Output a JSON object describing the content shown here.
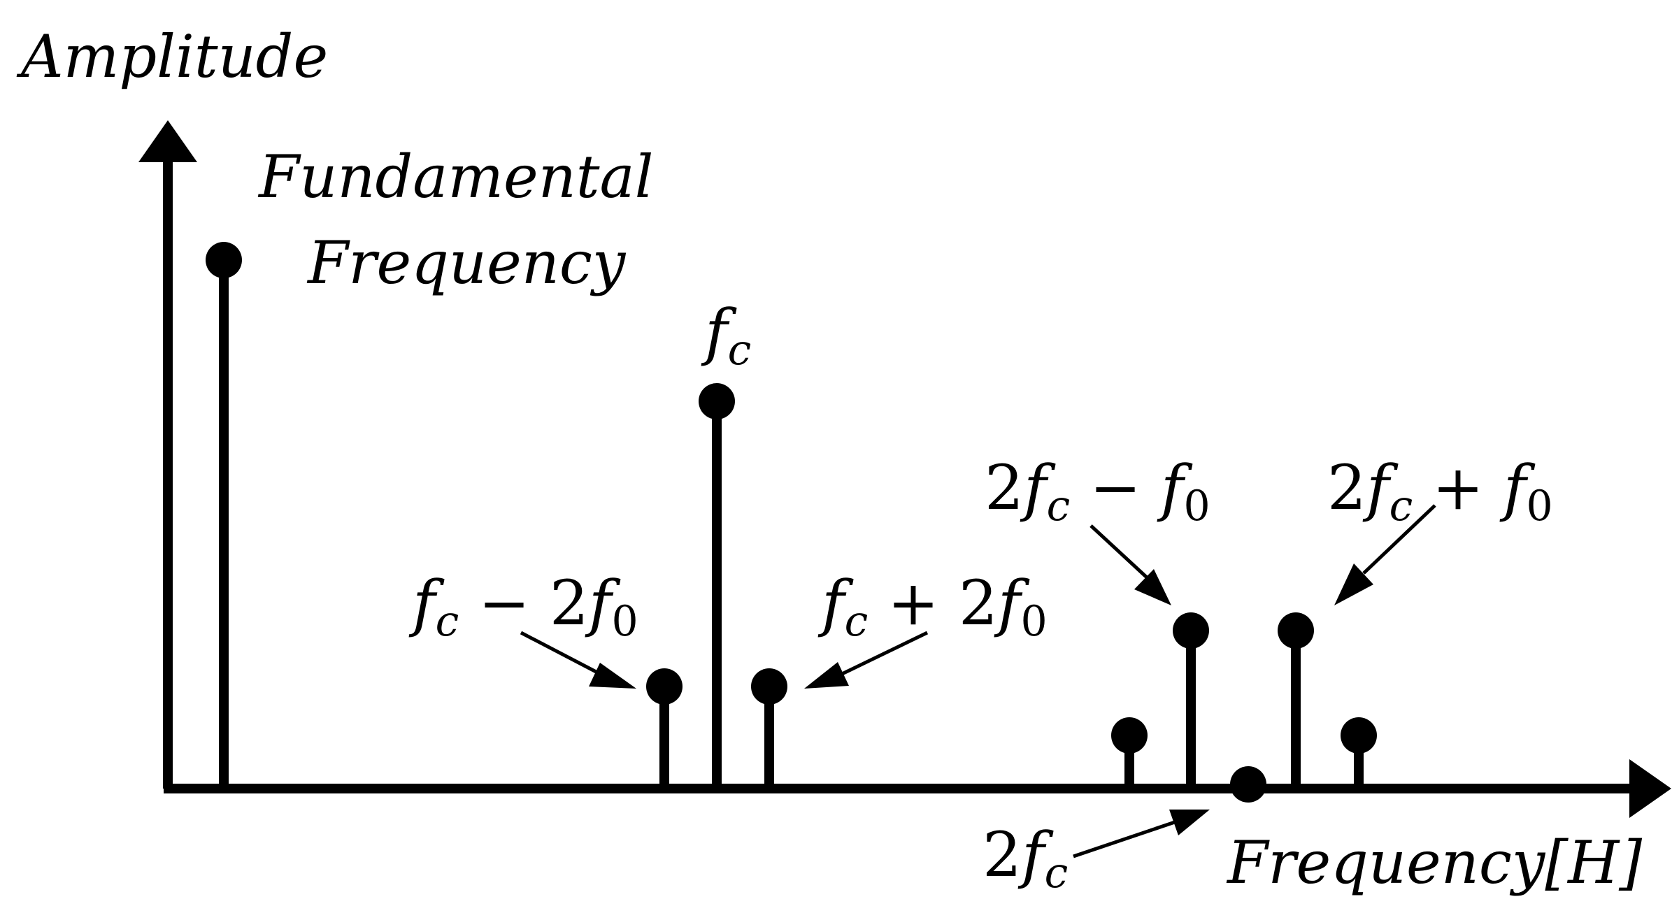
{
  "axes": {
    "y_label": "Amplitude",
    "x_label": "Frequency[H]"
  },
  "annotations": {
    "fundamental_line1": "Fundamental",
    "fundamental_line2": "Frequency",
    "fc_main": "f",
    "fc_sub": "c",
    "fc_minus_2f0": {
      "f": "f",
      "c": "c",
      "op": " − 2",
      "f2": "f",
      "zero": "0"
    },
    "fc_plus_2f0": {
      "f": "f",
      "c": "c",
      "op": " + 2",
      "f2": "f",
      "zero": "0"
    },
    "twofc_minus_f0": {
      "two": "2",
      "f": "f",
      "c": "c",
      "op": " − ",
      "f2": "f",
      "zero": "0"
    },
    "twofc_plus_f0": {
      "two": "2",
      "f": "f",
      "c": "c",
      "op": " + ",
      "f2": "f",
      "zero": "0"
    },
    "twofc": {
      "two": "2",
      "f": "f",
      "c": "c"
    }
  },
  "colors": {
    "ink": "#000000",
    "background": "#ffffff"
  }
}
